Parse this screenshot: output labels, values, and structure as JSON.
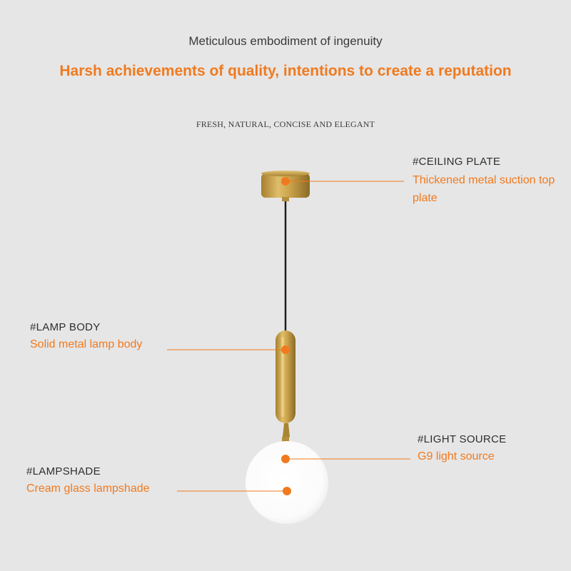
{
  "header": {
    "tagline": "Meticulous embodiment of ingenuity",
    "headline": "Harsh achievements of quality, intentions to create a reputation",
    "subline": "FRESH, NATURAL, CONCISE AND ELEGANT"
  },
  "features": {
    "ceiling_plate": {
      "title": "#CEILING PLATE",
      "description": "Thickened metal suction top plate"
    },
    "lamp_body": {
      "title": "#LAMP BODY",
      "description": "Solid metal lamp body"
    },
    "light_source": {
      "title": "#LIGHT SOURCE",
      "description": "G9 light source"
    },
    "lampshade": {
      "title": "#LAMPSHADE",
      "description": "Cream glass lampshade"
    }
  },
  "colors": {
    "accent": "#f07a1f",
    "background": "#e6e6e6",
    "text": "#2e2e2e",
    "brass": "#c9a14a"
  }
}
